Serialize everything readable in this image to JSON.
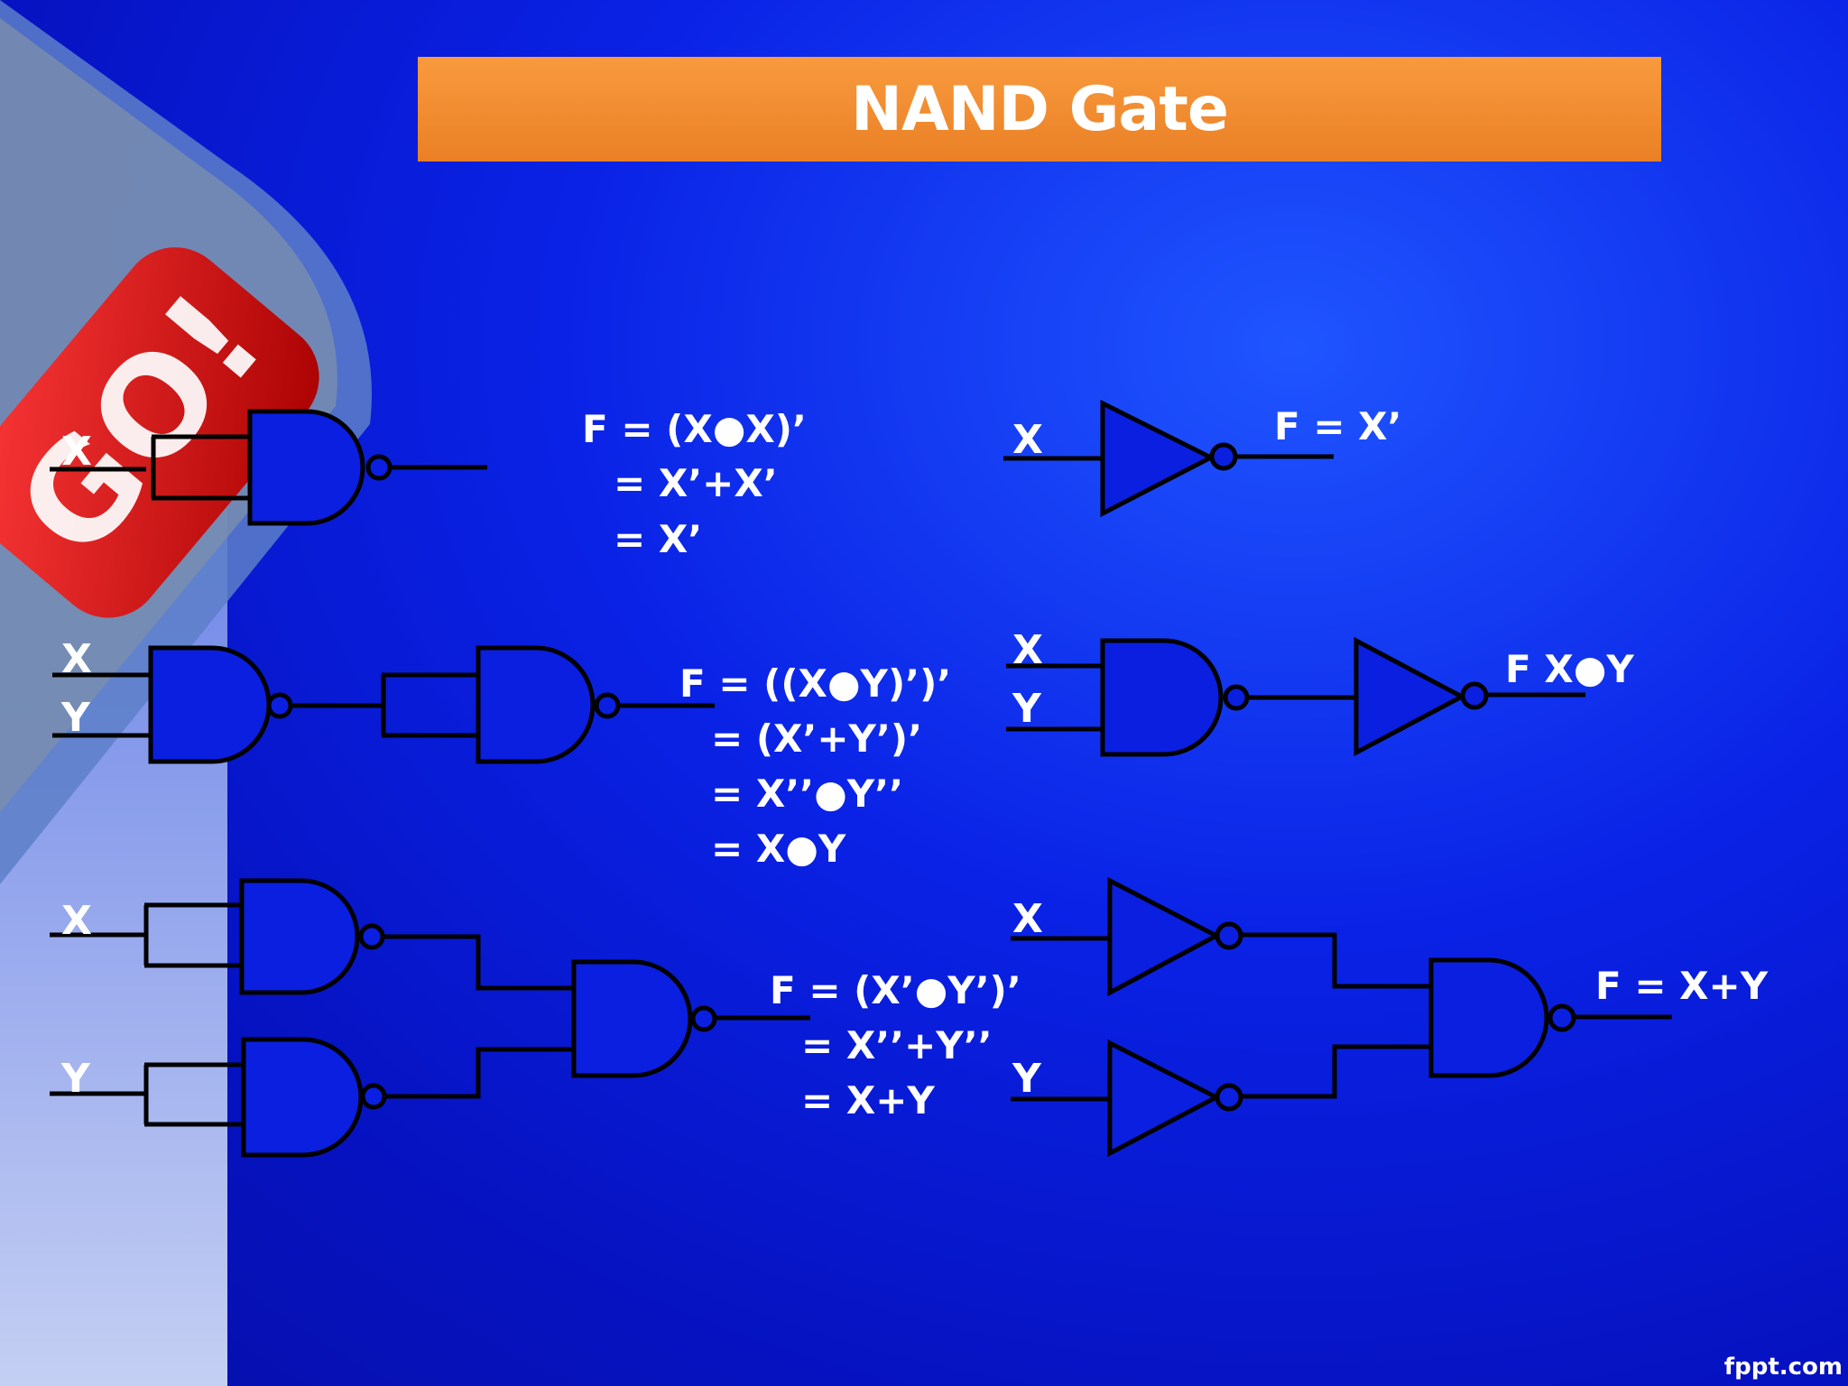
{
  "slide": {
    "title": "NAND Gate",
    "watermark": "fppt.com",
    "decoration": "go-button-graphic"
  },
  "circuits": {
    "not": {
      "inputs": [
        "X"
      ],
      "nand_equation": [
        "F = (X●X)’",
        "= X’+X’",
        "= X’"
      ],
      "equivalent_output": "F = X’"
    },
    "and": {
      "inputs": [
        "X",
        "Y"
      ],
      "nand_equation": [
        "F = ((X●Y)’)’",
        "= (X’+Y’)’",
        "= X’’●Y’’",
        "= X●Y"
      ],
      "equivalent_output": "F X●Y"
    },
    "or": {
      "inputs": [
        "X",
        "Y"
      ],
      "nand_equation": [
        "F = (X’●Y’)’",
        "= X’’+Y’’",
        "= X+Y"
      ],
      "equivalent_output": "F = X+Y"
    }
  },
  "colors": {
    "background": "#0a22e6",
    "title_bar": "#f28c30",
    "button": "#d60c0c",
    "gate_outline": "#000000",
    "text": "#ffffff"
  }
}
